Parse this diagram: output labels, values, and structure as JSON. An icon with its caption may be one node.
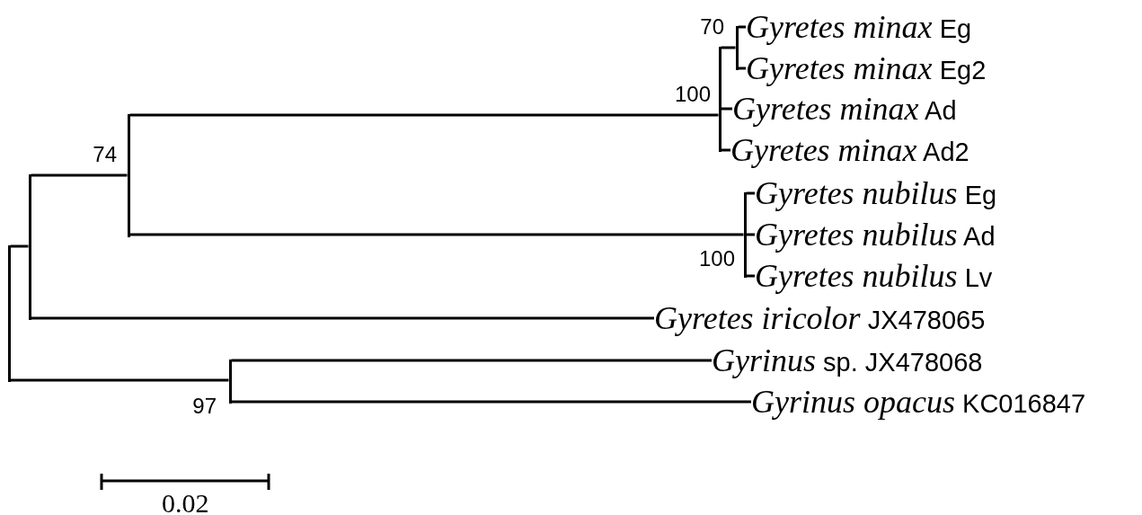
{
  "diagram": {
    "nodes": [
      {
        "text": [],
        "shape": "bar"
      },
      {
        "text": [],
        "shape": "bar"
      },
      {
        "text": [],
        "shape": "bar",
        "beside": [
          "74"
        ]
      },
      {
        "text": [],
        "shape": "bar",
        "beside": [
          "100"
        ]
      },
      {
        "text": [],
        "shape": "bar",
        "beside": [
          "70"
        ]
      },
      {
        "text": [
          "*Gyretes minax* Eg"
        ]
      },
      {
        "text": [
          "*Gyretes minax* Eg2"
        ]
      },
      {
        "text": [
          "*Gyretes minax* Ad"
        ]
      },
      {
        "text": [
          "*Gyretes minax* Ad2"
        ]
      },
      {
        "text": [],
        "shape": "bar",
        "beside": [
          "100"
        ]
      },
      {
        "text": [
          "*Gyretes nubilus* Eg"
        ]
      },
      {
        "text": [
          "*Gyretes nubilus* Ad"
        ]
      },
      {
        "text": [
          "*Gyretes nubilus* Lv"
        ]
      },
      {
        "text": [
          "*Gyretes iricolor* JX478065"
        ]
      },
      {
        "text": [],
        "shape": "bar",
        "beside": [
          "97"
        ]
      },
      {
        "text": [
          "*Gyrinus* sp. JX478068"
        ]
      },
      {
        "text": [
          "*Gyrinus opacus* KC016847"
        ]
      }
    ],
    "edges": [
      {
        "from": 0,
        "to": 1,
        "arrow": "none"
      },
      {
        "from": 0,
        "to": 14,
        "arrow": "none"
      },
      {
        "from": 1,
        "to": 2,
        "arrow": "none"
      },
      {
        "from": 1,
        "to": 13,
        "arrow": "none"
      },
      {
        "from": 2,
        "to": 3,
        "arrow": "none"
      },
      {
        "from": 2,
        "to": 9,
        "arrow": "none"
      },
      {
        "from": 3,
        "to": 4,
        "arrow": "none"
      },
      {
        "from": 3,
        "to": 7,
        "arrow": "none"
      },
      {
        "from": 3,
        "to": 8,
        "arrow": "none"
      },
      {
        "from": 4,
        "to": 5,
        "arrow": "none"
      },
      {
        "from": 4,
        "to": 6,
        "arrow": "none"
      },
      {
        "from": 9,
        "to": 10,
        "arrow": "none"
      },
      {
        "from": 9,
        "to": 11,
        "arrow": "none"
      },
      {
        "from": 9,
        "to": 12,
        "arrow": "none"
      },
      {
        "from": 14,
        "to": 15,
        "arrow": "none"
      },
      {
        "from": 14,
        "to": 16,
        "arrow": "none"
      }
    ],
    "labels": [
      "0.02"
    ]
  }
}
